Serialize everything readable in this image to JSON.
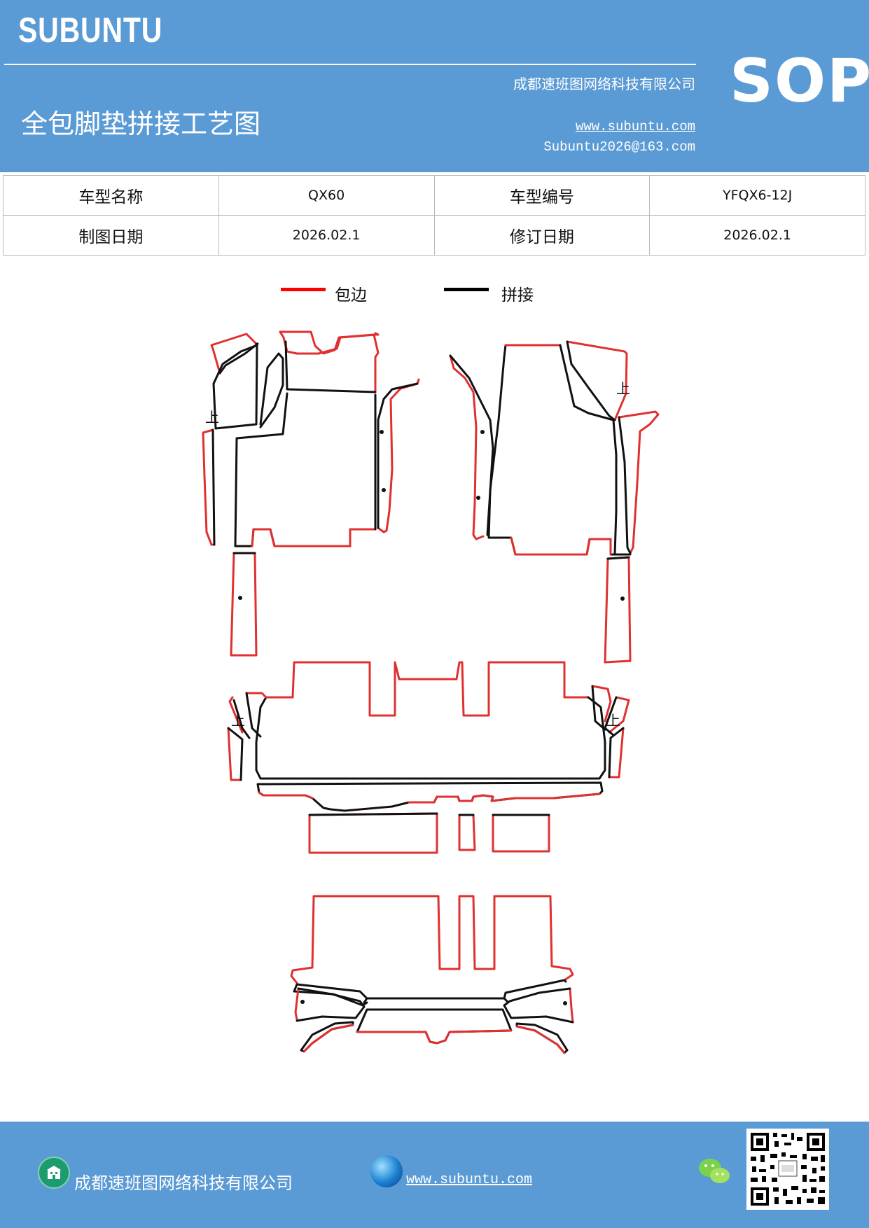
{
  "header": {
    "brand": "SUBUNTU",
    "company": "成都速班图网络科技有限公司",
    "title": "全包脚垫拼接工艺图",
    "website": "www.subuntu.com",
    "email": "Subuntu2026@163.com",
    "badge": "SOP"
  },
  "info_table": {
    "row1": {
      "label1": "车型名称",
      "value1": "QX60",
      "label2": "车型编号",
      "value2": "YFQX6-12J"
    },
    "row2": {
      "label1": "制图日期",
      "value1": "2026.02.1",
      "label2": "修订日期",
      "value2": "2026.02.1"
    }
  },
  "legend": {
    "edge_label": "包边",
    "edge_color": "#ff0000",
    "join_label": "拼接",
    "join_color": "#000000"
  },
  "drawing": {
    "marks": {
      "top_mark": "上"
    }
  },
  "footer": {
    "company": "成都速班图网络科技有限公司",
    "website": "www.subuntu.com",
    "icons": [
      "building-icon",
      "globe-icon",
      "wechat-icon",
      "qr-code"
    ]
  }
}
